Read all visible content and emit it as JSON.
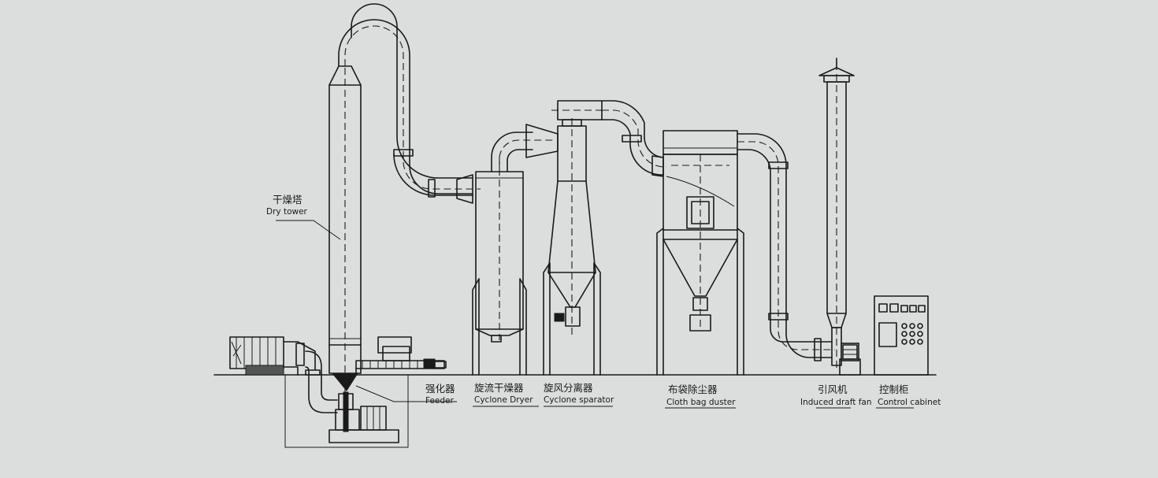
{
  "labels": {
    "dry_tower": {
      "zh": "干燥塔",
      "en": "Dry tower"
    },
    "feeder": {
      "zh": "强化器",
      "en": "Feeder"
    },
    "cyclone_dryer": {
      "zh": "旋流干燥器",
      "en": "Cyclone Dryer"
    },
    "cyclone_separator": {
      "zh": "旋风分离器",
      "en": "Cyclone sparator"
    },
    "cloth_bag_duster": {
      "zh": "布袋除尘器",
      "en": "Cloth bag duster"
    },
    "induced_draft_fan": {
      "zh": "引风机",
      "en": "Induced draft fan"
    },
    "control_cabinet": {
      "zh": "控制柜",
      "en": "Control cabinet"
    }
  },
  "colors": {
    "background": "#dcdddd",
    "line": "#1a1a1a"
  }
}
